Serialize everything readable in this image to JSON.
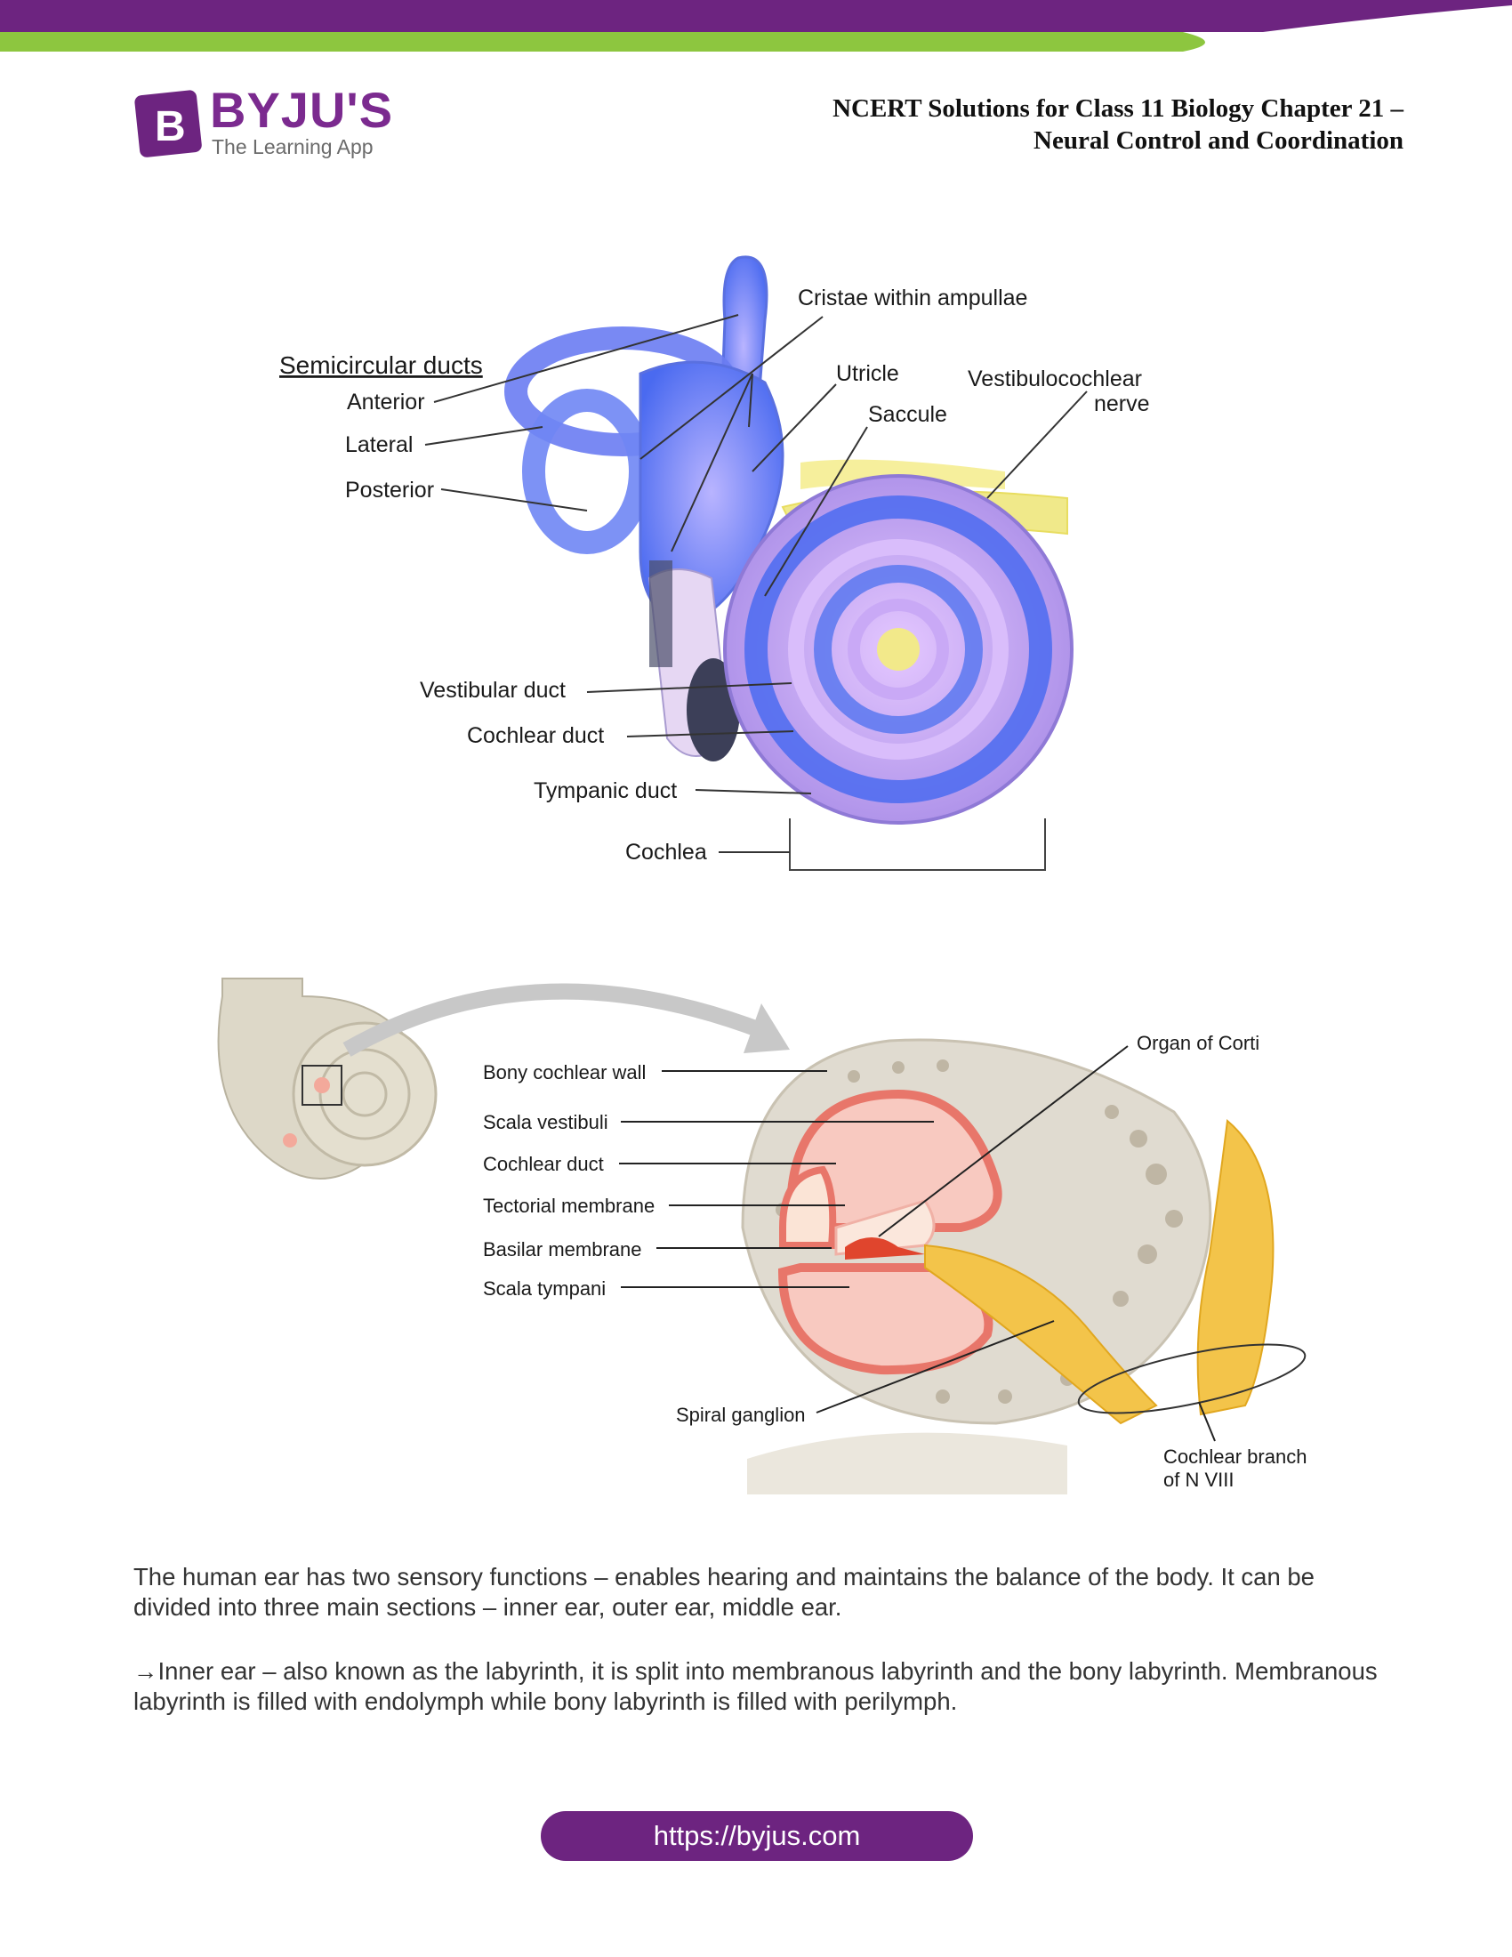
{
  "brand": {
    "name": "BYJU'S",
    "tagline": "The Learning App",
    "logo_letter": "B",
    "colors": {
      "purple": "#6d2480",
      "green": "#8dc63f"
    }
  },
  "header": {
    "title_line1": "NCERT Solutions for Class 11 Biology Chapter 21 –",
    "title_line2": "Neural Control and Coordination"
  },
  "figure1": {
    "semicircular_heading": "Semicircular ducts",
    "anterior": "Anterior",
    "lateral": "Lateral",
    "posterior": "Posterior",
    "cristae": "Cristae within ampullae",
    "utricle": "Utricle",
    "saccule": "Saccule",
    "nerve_line1": "Vestibulocochlear",
    "nerve_line2": "nerve",
    "vestibular_duct": "Vestibular duct",
    "cochlear_duct": "Cochlear duct",
    "tympanic_duct": "Tympanic duct",
    "cochlea": "Cochlea"
  },
  "figure2": {
    "bony_wall": "Bony cochlear wall",
    "scala_vestibuli": "Scala vestibuli",
    "cochlear_duct": "Cochlear duct",
    "tectorial": "Tectorial membrane",
    "basilar": "Basilar membrane",
    "scala_tympani": "Scala tympani",
    "spiral_ganglion": "Spiral ganglion",
    "organ_of_corti": "Organ of Corti",
    "branch_line1": "Cochlear branch",
    "branch_line2": "of N VIII"
  },
  "body": {
    "para1": "The human ear has two sensory functions – enables hearing and maintains the balance of the body. It can be divided into three main sections – inner ear, outer ear, middle ear.",
    "para2": "→Inner ear – also known as the labyrinth, it is split into membranous labyrinth and the bony labyrinth. Membranous labyrinth is filled with endolymph while bony labyrinth is filled with perilymph."
  },
  "footer": {
    "url": "https://byjus.com"
  }
}
